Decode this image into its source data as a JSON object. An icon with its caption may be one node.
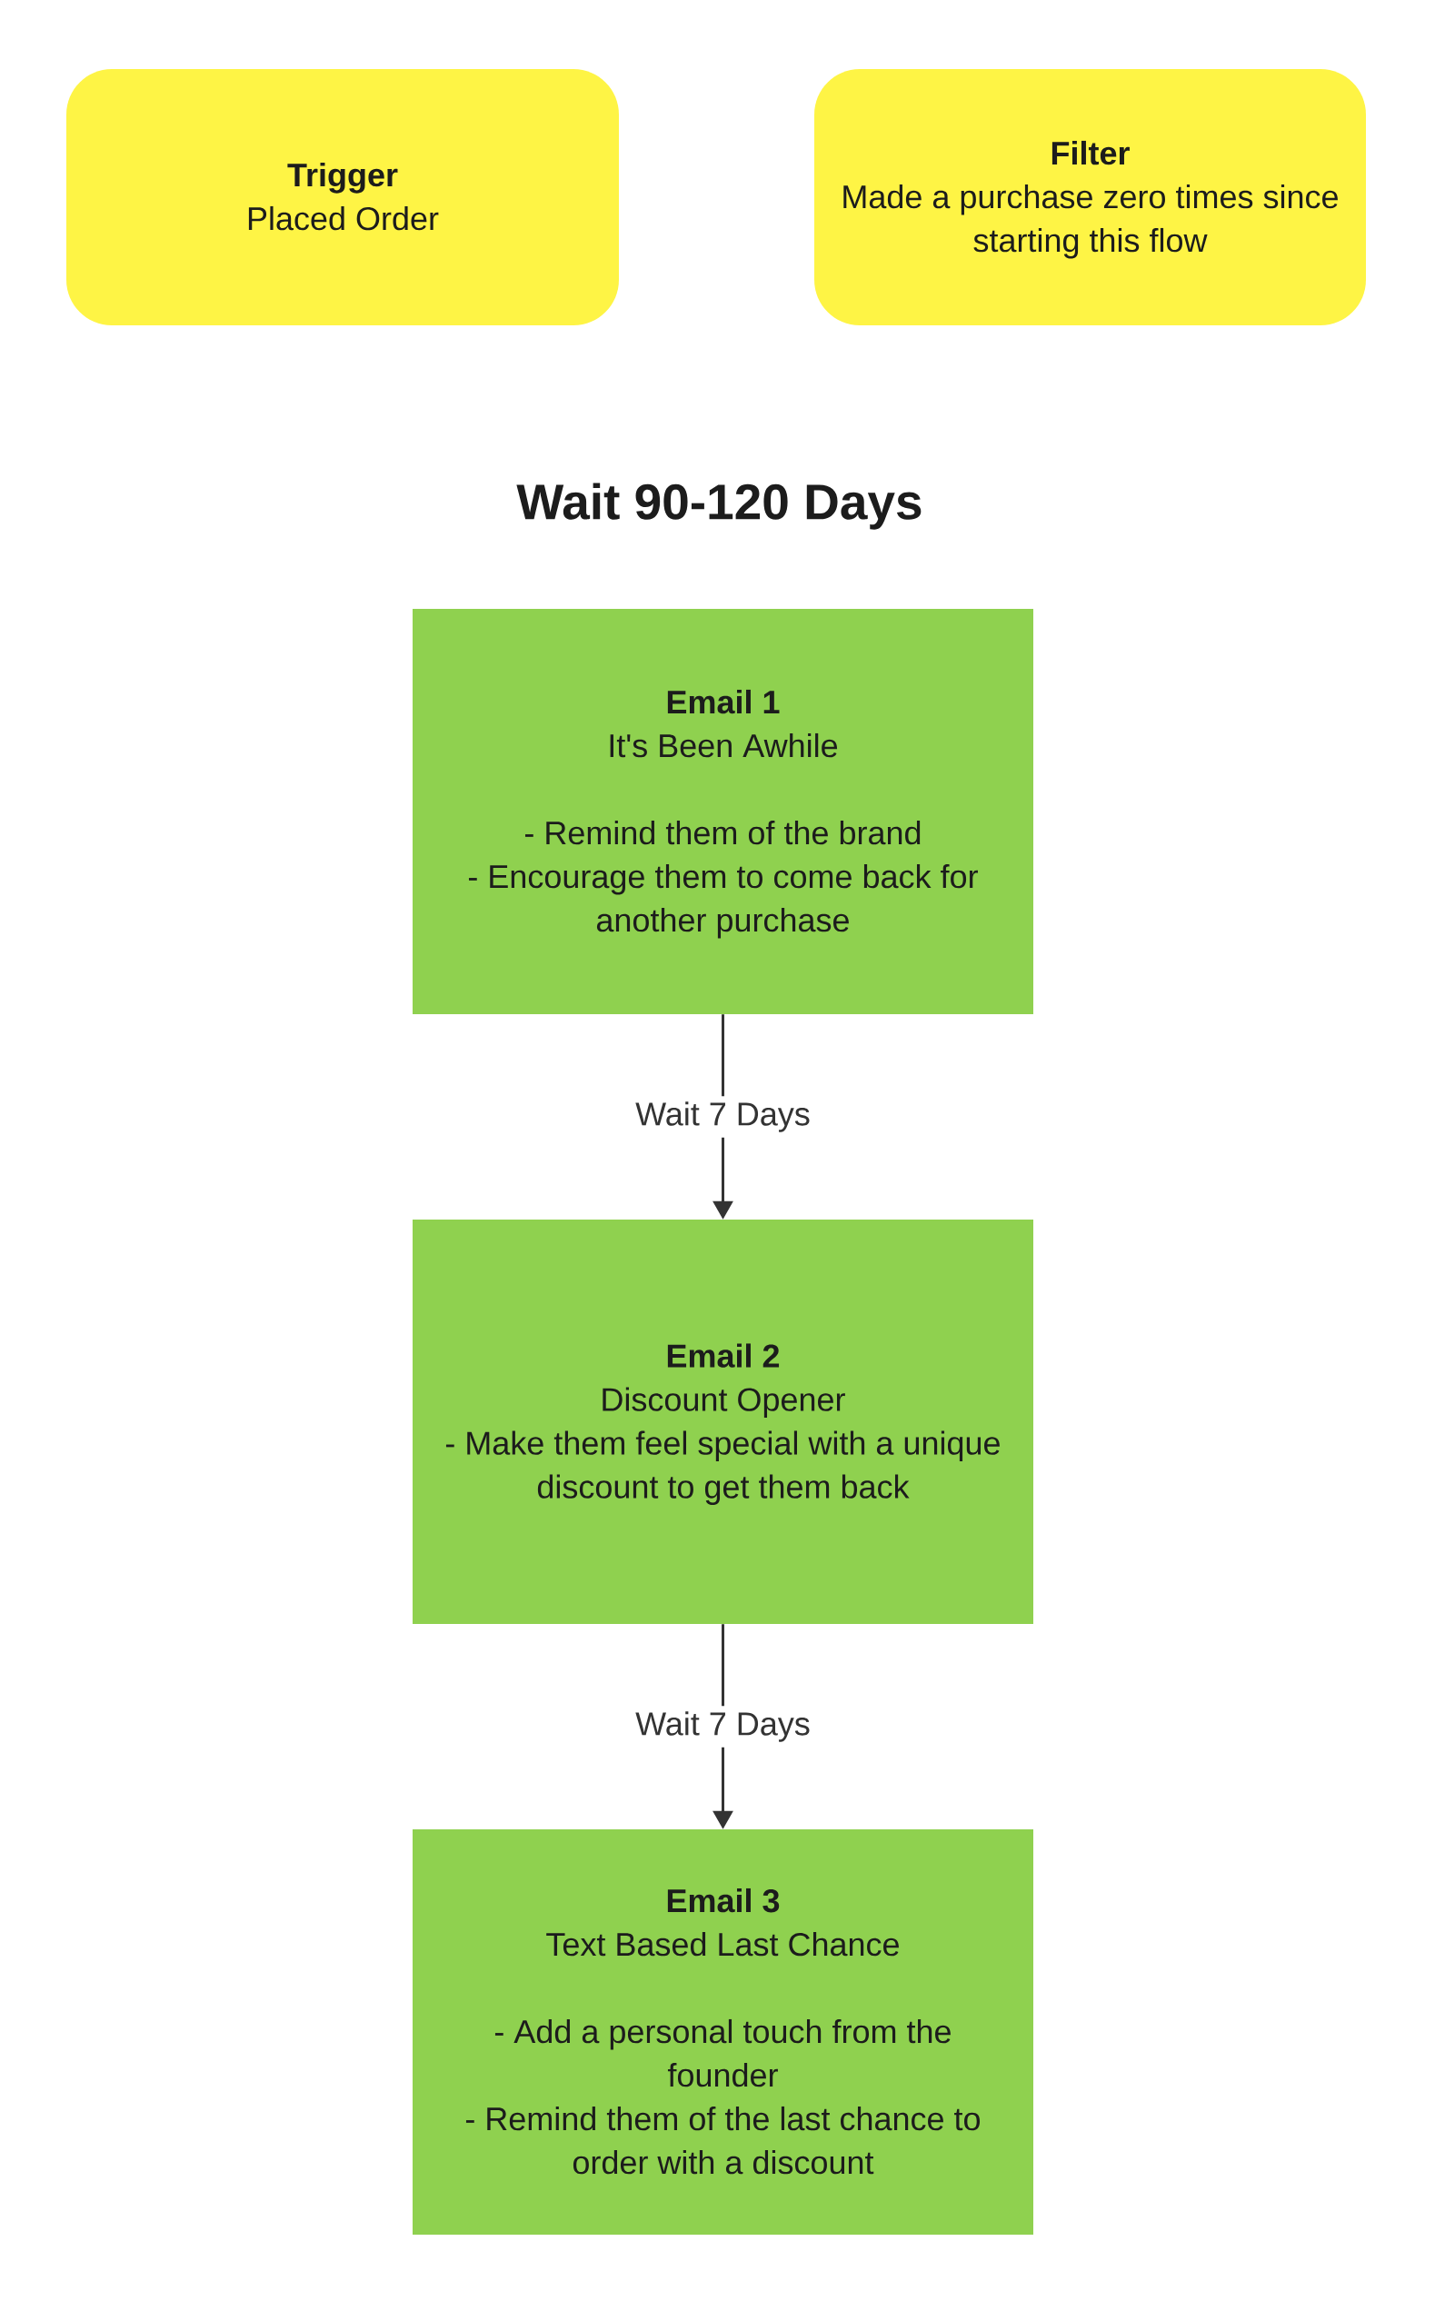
{
  "diagram": {
    "nodes": [
      {
        "text": [
          "Trigger",
          "Placed Order"
        ]
      },
      {
        "text": [
          "Filter",
          "Made a purchase zero times since starting this flow"
        ]
      },
      {
        "text": [
          "Email 1",
          "It's Been Awhile",
          "- Remind them of the brand",
          "- Encourage them to come back for another purchase"
        ]
      },
      {
        "text": [
          "Email 2",
          "Discount Opener",
          "- Make them feel special with a unique discount to get them back"
        ]
      },
      {
        "text": [
          "Email 3",
          "Text Based Last Chance",
          "- Add a personal touch from the founder",
          "- Remind them of the last chance to order with a discount"
        ]
      }
    ],
    "edges": [
      {
        "from": 2,
        "to": 3,
        "arrow": "to",
        "label": "Wait 7 Days"
      },
      {
        "from": 3,
        "to": 4,
        "arrow": "to",
        "label": "Wait 7 Days"
      }
    ],
    "labels": [
      "Wait 90-120 Days"
    ]
  }
}
